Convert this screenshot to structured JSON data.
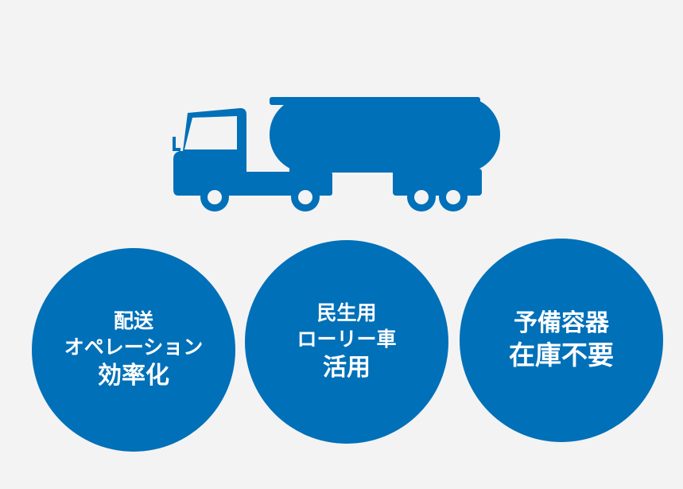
{
  "colors": {
    "background": "#f3f3f3",
    "accent": "#0070b8",
    "text_on_accent": "#ffffff"
  },
  "illustration": {
    "icon": "tank-truck-icon"
  },
  "benefits": [
    {
      "lines": [
        "配送",
        "オペレーション",
        "効率化"
      ]
    },
    {
      "lines": [
        "民生用",
        "ローリー車",
        "活用"
      ]
    },
    {
      "lines": [
        "予備容器",
        "在庫不要"
      ]
    }
  ]
}
